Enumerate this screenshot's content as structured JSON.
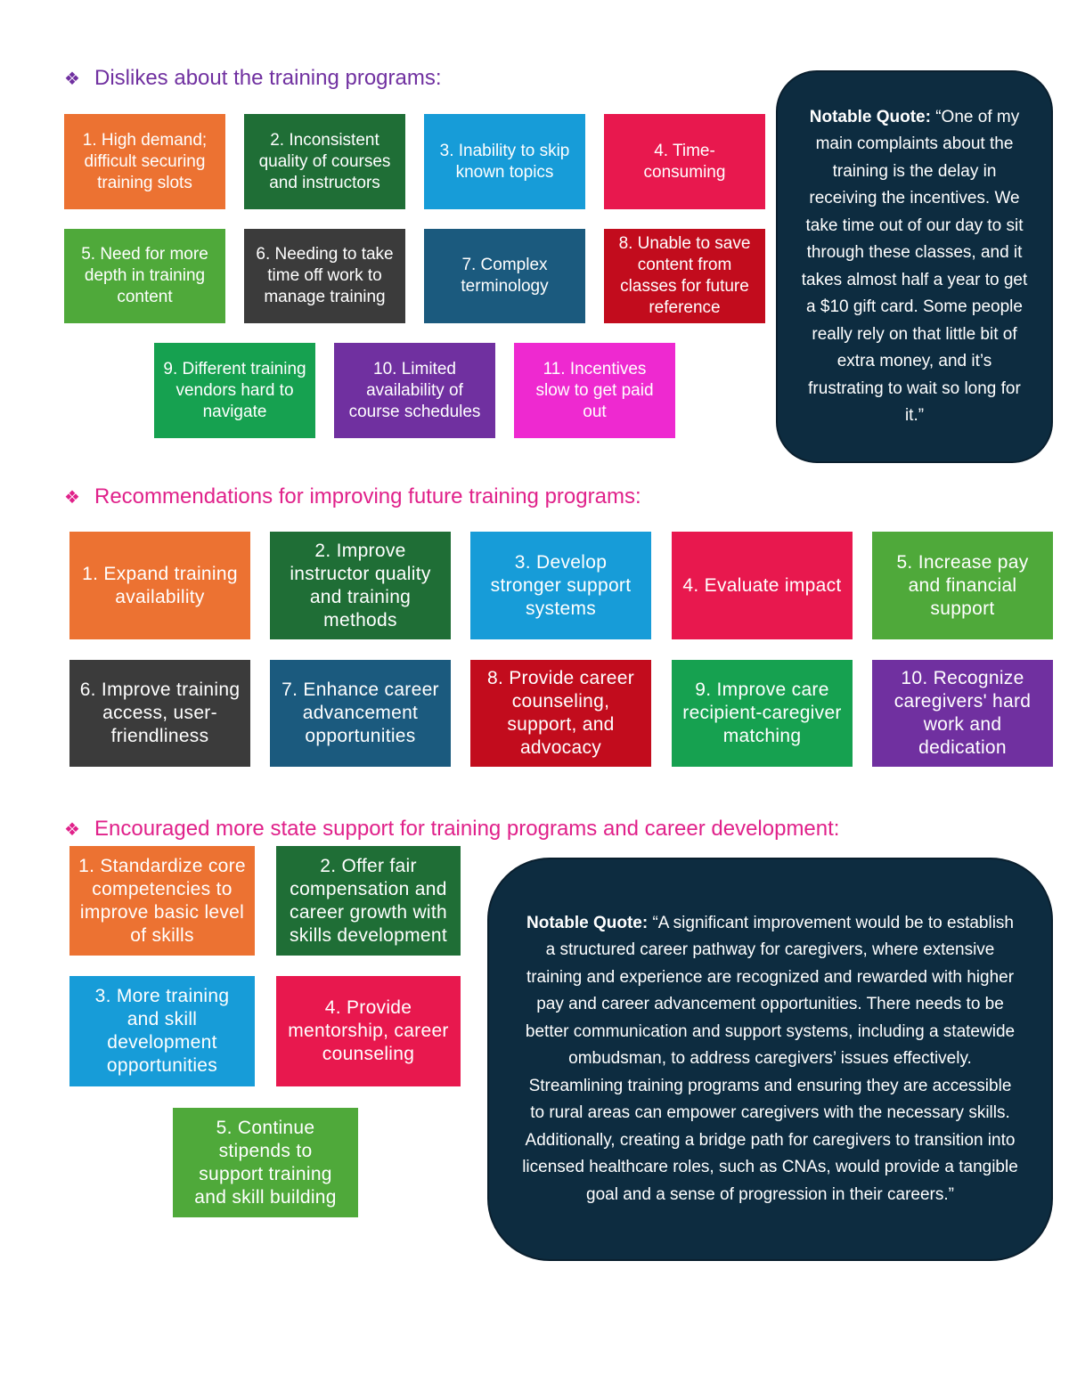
{
  "sections": {
    "dislikes": {
      "heading": "Dislikes about the training programs:",
      "items": [
        {
          "label": "1. High demand; difficult securing training slots",
          "color": "#ec7232"
        },
        {
          "label": "2. Inconsistent quality of courses and instructors",
          "color": "#1f6e36"
        },
        {
          "label": "3. Inability to skip known topics",
          "color": "#179cd8"
        },
        {
          "label": "4. Time-consuming",
          "color": "#e8184e"
        },
        {
          "label": "5. Need for more depth in training content",
          "color": "#4fa93a"
        },
        {
          "label": "6. Needing to take time off work to manage training",
          "color": "#3b3b3b"
        },
        {
          "label": "7. Complex terminology",
          "color": "#1b5a7e"
        },
        {
          "label": "8. Unable to save content from classes for future reference",
          "color": "#c20c1d"
        },
        {
          "label": "9. Different training vendors hard to navigate",
          "color": "#16a150"
        },
        {
          "label": "10. Limited availability of course schedules",
          "color": "#7030a0"
        },
        {
          "label": "11. Incentives slow to get paid out",
          "color": "#ee29d0"
        }
      ],
      "quote": {
        "label": "Notable Quote:",
        "text": "“One of my main complaints about the training is the delay in receiving the incentives. We take time out of our day to sit through these classes, and it takes almost half a year to get a $10 gift card. Some people really rely on that little bit of extra money, and it’s frustrating to wait so long for it.”"
      }
    },
    "recommendations": {
      "heading": "Recommendations for improving future training programs:",
      "items": [
        {
          "label": "1. Expand training availability",
          "color": "#ec7232"
        },
        {
          "label": "2. Improve instructor quality and training methods",
          "color": "#1f6e36"
        },
        {
          "label": "3. Develop stronger support systems",
          "color": "#179cd8"
        },
        {
          "label": "4. Evaluate impact",
          "color": "#e8184e"
        },
        {
          "label": "5. Increase pay and financial support",
          "color": "#4fa93a"
        },
        {
          "label": "6. Improve training access, user-friendliness",
          "color": "#3b3b3b"
        },
        {
          "label": "7. Enhance career advancement opportunities",
          "color": "#1b5a7e"
        },
        {
          "label": "8. Provide career counseling, support, and advocacy",
          "color": "#c20c1d"
        },
        {
          "label": "9. Improve care recipient-caregiver matching",
          "color": "#16a150"
        },
        {
          "label": "10. Recognize caregivers' hard work and dedication",
          "color": "#7030a0"
        }
      ]
    },
    "state_support": {
      "heading": "Encouraged more state support for training programs and career development:",
      "items": [
        {
          "label": "1. Standardize core competencies to improve basic level of skills",
          "color": "#ec7232"
        },
        {
          "label": "2. Offer fair compensation and career growth with skills development",
          "color": "#1f6e36"
        },
        {
          "label": "3. More training and skill development opportunities",
          "color": "#179cd8"
        },
        {
          "label": "4. Provide mentorship, career counseling",
          "color": "#e8184e"
        },
        {
          "label": "5. Continue stipends to support training and skill building",
          "color": "#4fa93a"
        }
      ],
      "quote": {
        "label": "Notable Quote:",
        "text": "“A significant improvement would be to establish a structured career pathway for caregivers, where extensive training and experience are recognized and rewarded with higher pay and career advancement opportunities. There needs to be better communication and support systems, including a statewide ombudsman, to address caregivers’ issues effectively. Streamlining training programs and ensuring they are accessible to rural areas can empower caregivers with the necessary skills. Additionally, creating a bridge path for caregivers to transition into licensed healthcare roles, such as CNAs, would provide a tangible goal and a sense of progression in their careers.”"
      }
    }
  },
  "bullet_symbol": "❖",
  "colors": {
    "heading_purple": "#7030a0",
    "heading_magenta": "#e0218a",
    "quote_background": "#0d2c40"
  }
}
